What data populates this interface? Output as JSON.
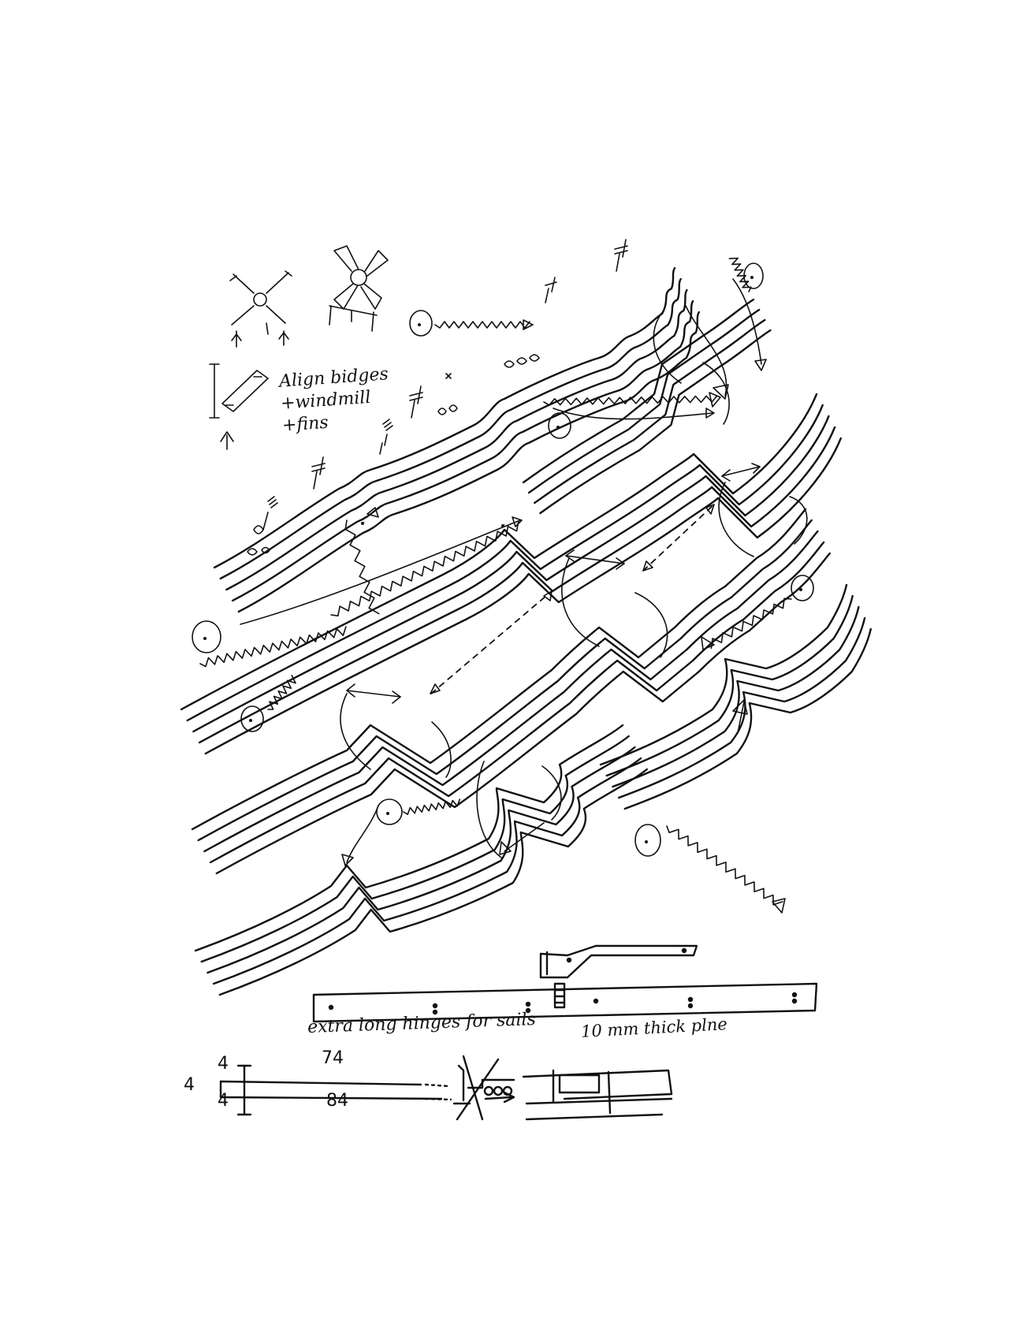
{
  "annotations": {
    "align_lines": [
      "Align bidges",
      "+windmill",
      "+fins"
    ],
    "hinges": "extra long hinges for sails",
    "plane": "10 mm thick plne"
  },
  "dimensions": {
    "top_length": "74",
    "bottom_length": "84",
    "top_offset": "4",
    "bottom_offset": "4",
    "thickness": "4"
  }
}
